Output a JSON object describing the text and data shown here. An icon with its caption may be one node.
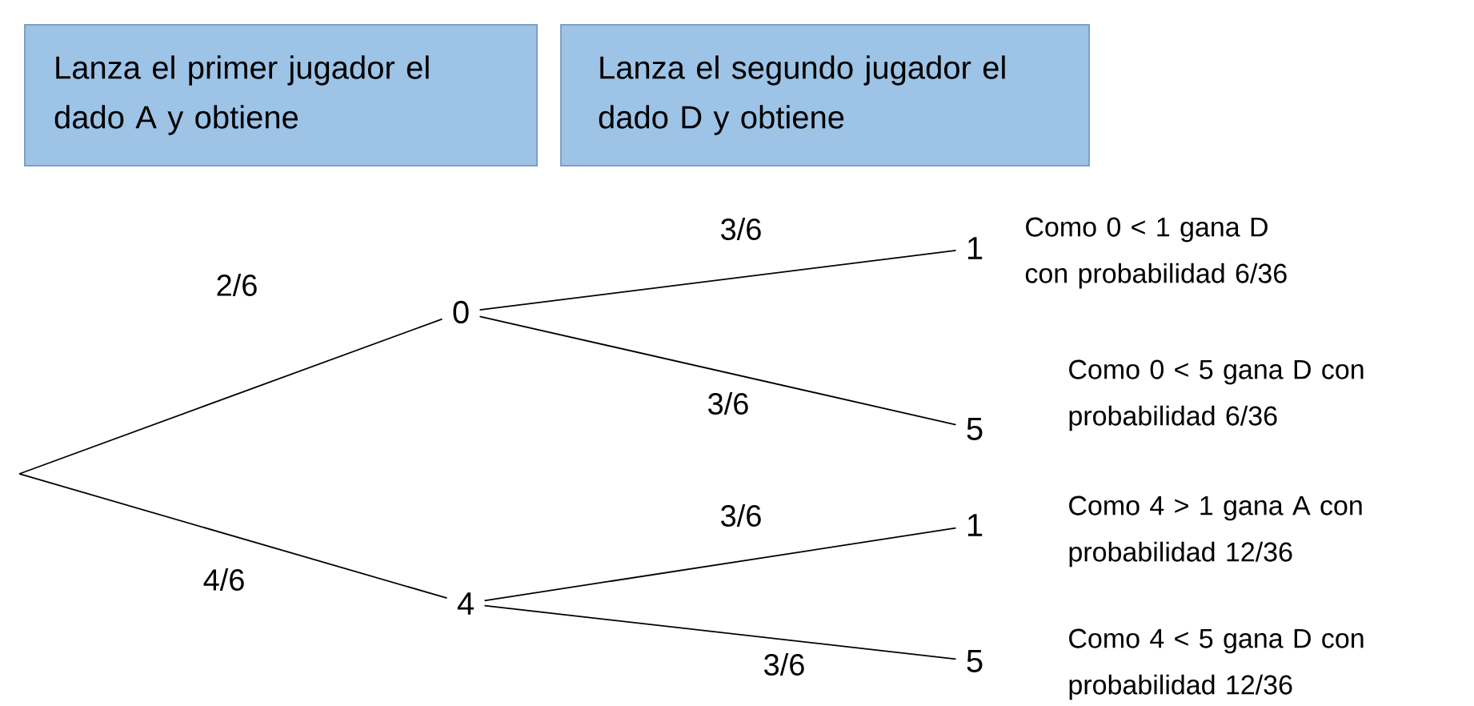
{
  "diagram": {
    "nodes": [
      {
        "text": [
          "Lanza el primer jugador el dado A y obtiene"
        ]
      },
      {
        "text": [
          "Lanza el segundo jugador el dado D y obtiene"
        ]
      },
      {
        "text": [
          "0"
        ]
      },
      {
        "text": [
          "4"
        ]
      },
      {
        "text": [
          "1"
        ],
        "beside": [
          "Como 0 < 1 gana D con probabilidad 6/36"
        ]
      },
      {
        "text": [
          "5"
        ],
        "beside": [
          "Como 0 < 5 gana D con probabilidad 6/36"
        ]
      },
      {
        "text": [
          "1"
        ],
        "beside": [
          "Como 4 > 1 gana A con probabilidad 12/36"
        ]
      },
      {
        "text": [
          "5"
        ],
        "beside": [
          "Como 4 < 5 gana D con probabilidad 12/36"
        ]
      }
    ],
    "edges": [
      {
        "from": null,
        "to": 2,
        "arrow": "none",
        "label": "2/6"
      },
      {
        "from": null,
        "to": 3,
        "arrow": "none",
        "label": "4/6"
      },
      {
        "from": 2,
        "to": 4,
        "arrow": "none",
        "label": "3/6"
      },
      {
        "from": 2,
        "to": 5,
        "arrow": "none",
        "label": "3/6"
      },
      {
        "from": 3,
        "to": 6,
        "arrow": "none",
        "label": "3/6"
      },
      {
        "from": 3,
        "to": 7,
        "arrow": "none",
        "label": "3/6"
      }
    ]
  }
}
